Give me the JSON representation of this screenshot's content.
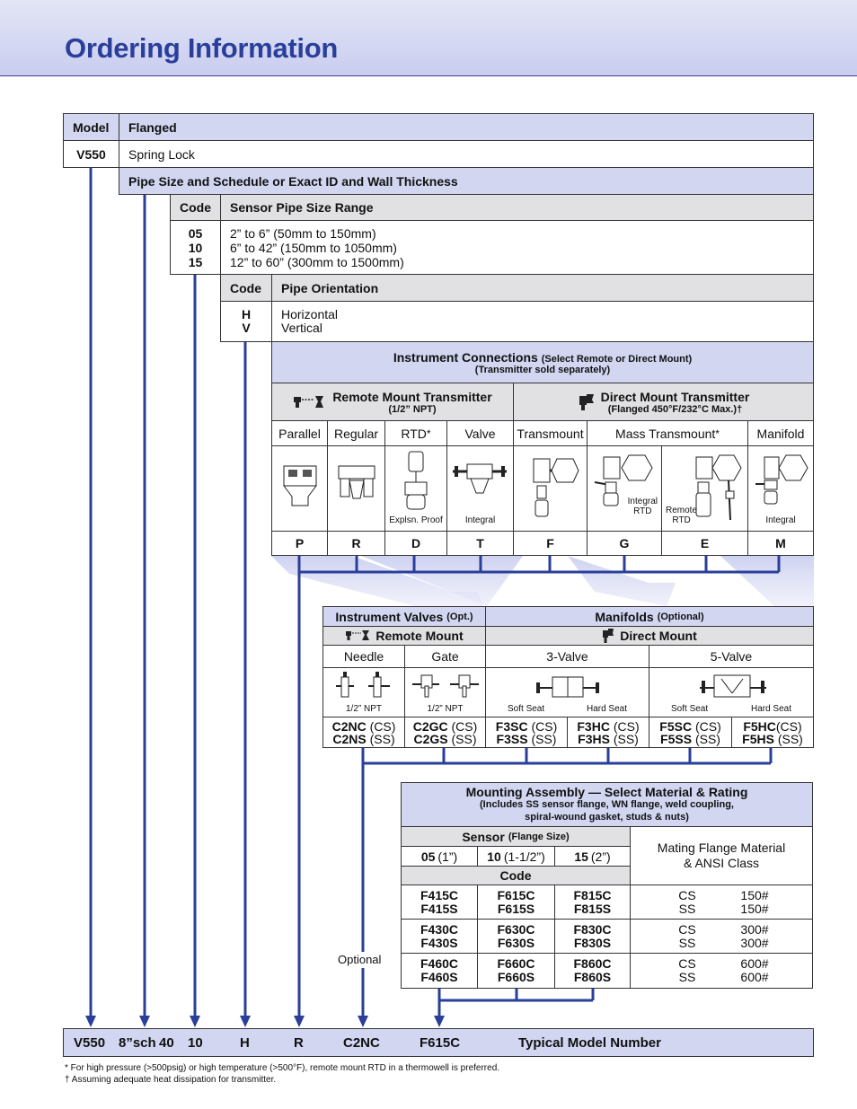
{
  "page_title": "Ordering Information",
  "model": {
    "header_code": "Model",
    "header_desc": "Flanged",
    "code": "V550",
    "desc": "Spring Lock"
  },
  "pipe_size_header": "Pipe Size and Schedule or Exact ID and Wall Thickness",
  "sensor_range": {
    "header_code": "Code",
    "header_desc": "Sensor Pipe Size Range",
    "codes": [
      "05",
      "10",
      "15"
    ],
    "ranges": [
      "2” to 6” (50mm to 150mm)",
      "6” to 42” (150mm to 1050mm)",
      "12” to 60” (300mm to 1500mm)"
    ]
  },
  "orientation": {
    "header_code": "Code",
    "header_desc": "Pipe Orientation",
    "codes": [
      "H",
      "V"
    ],
    "values": [
      "Horizontal",
      "Vertical"
    ]
  },
  "instrument_connections": {
    "title": "Instrument Connections",
    "title_note": "(Select Remote or Direct Mount)",
    "subtitle": "(Transmitter sold separately)",
    "remote_title": "Remote Mount Transmitter",
    "remote_sub": "(1/2” NPT)",
    "direct_title": "Direct Mount Transmitter",
    "direct_sub": "(Flanged 450°F/232°C Max.)†",
    "columns": [
      "Parallel",
      "Regular",
      "RTD",
      "Valve",
      "Transmount",
      "Mass Transmount",
      "Manifold"
    ],
    "rtd_star": "*",
    "mass_star": "*",
    "pic_labels": {
      "rtd": "Explsn. Proof",
      "valve": "Integral",
      "g_a": "Integral",
      "g_b": "RTD",
      "e_a": "Remote",
      "e_b": "RTD",
      "manifold": "Integral"
    },
    "codes": [
      "P",
      "R",
      "D",
      "T",
      "F",
      "G",
      "E",
      "M"
    ]
  },
  "valves": {
    "inst_title": "Instrument Valves",
    "inst_opt": "(Opt.)",
    "manifold_title": "Manifolds",
    "manifold_opt": "(Optional)",
    "remote": "Remote Mount",
    "direct": "Direct Mount",
    "needle": "Needle",
    "gate": "Gate",
    "three": "3-Valve",
    "five": "5-Valve",
    "npt1": "1/2” NPT",
    "npt2": "1/2” NPT",
    "soft1": "Soft Seat",
    "hard1": "Hard Seat",
    "soft2": "Soft Seat",
    "hard2": "Hard Seat",
    "codes": [
      {
        "a": "C2NC",
        "am": "(CS)",
        "b": "C2NS",
        "bm": "(SS)"
      },
      {
        "a": "C2GC",
        "am": "(CS)",
        "b": "C2GS",
        "bm": "(SS)"
      },
      {
        "a": "F3SC",
        "am": "(CS)",
        "b": "F3SS",
        "bm": "(SS)"
      },
      {
        "a": "F3HC",
        "am": "(CS)",
        "b": "F3HS",
        "bm": "(SS)"
      },
      {
        "a": "F5SC",
        "am": "(CS)",
        "b": "F5SS",
        "bm": "(SS)"
      },
      {
        "a": "F5HC",
        "am": "(CS)",
        "b": "F5HS",
        "bm": "(SS)"
      }
    ]
  },
  "mounting": {
    "title": "Mounting Assembly — Select Material & Rating",
    "sub1": "(Includes SS sensor flange, WN flange, weld coupling,",
    "sub2": "spiral-wound gasket, studs & nuts)",
    "sensor": "Sensor",
    "sensor_note": "(Flange Size)",
    "sizes": [
      {
        "code": "05",
        "size": "(1”)"
      },
      {
        "code": "10",
        "size": "(1-1/2”)"
      },
      {
        "code": "15",
        "size": "(2”)"
      }
    ],
    "code_label": "Code",
    "mating1": "Mating Flange Material",
    "mating2": "& ANSI Class",
    "rows": [
      {
        "c": [
          "F415C",
          "F615C",
          "F815C"
        ],
        "s": [
          "F415S",
          "F615S",
          "F815S"
        ],
        "m": [
          "CS",
          "SS"
        ],
        "r": [
          "150#",
          "150#"
        ]
      },
      {
        "c": [
          "F430C",
          "F630C",
          "F830C"
        ],
        "s": [
          "F430S",
          "F630S",
          "F830S"
        ],
        "m": [
          "CS",
          "SS"
        ],
        "r": [
          "300#",
          "300#"
        ]
      },
      {
        "c": [
          "F460C",
          "F660C",
          "F860C"
        ],
        "s": [
          "F460S",
          "F660S",
          "F860S"
        ],
        "m": [
          "CS",
          "SS"
        ],
        "r": [
          "600#",
          "600#"
        ]
      }
    ]
  },
  "optional_label": "Optional",
  "typical": {
    "parts": [
      "V550",
      "8”sch",
      "40",
      "10",
      "H",
      "R",
      "C2NC",
      "F615C"
    ],
    "label": "Typical Model Number"
  },
  "footnotes": [
    "*  For high pressure (>500psig) or high temperature (>500°F), remote mount RTD in a thermowell is preferred.",
    "† Assuming adequate heat dissipation for transmitter."
  ],
  "colors": {
    "accent": "#2a3f9a",
    "header_fill": "#d2d6f1",
    "gray_fill": "#e1e1e3"
  }
}
